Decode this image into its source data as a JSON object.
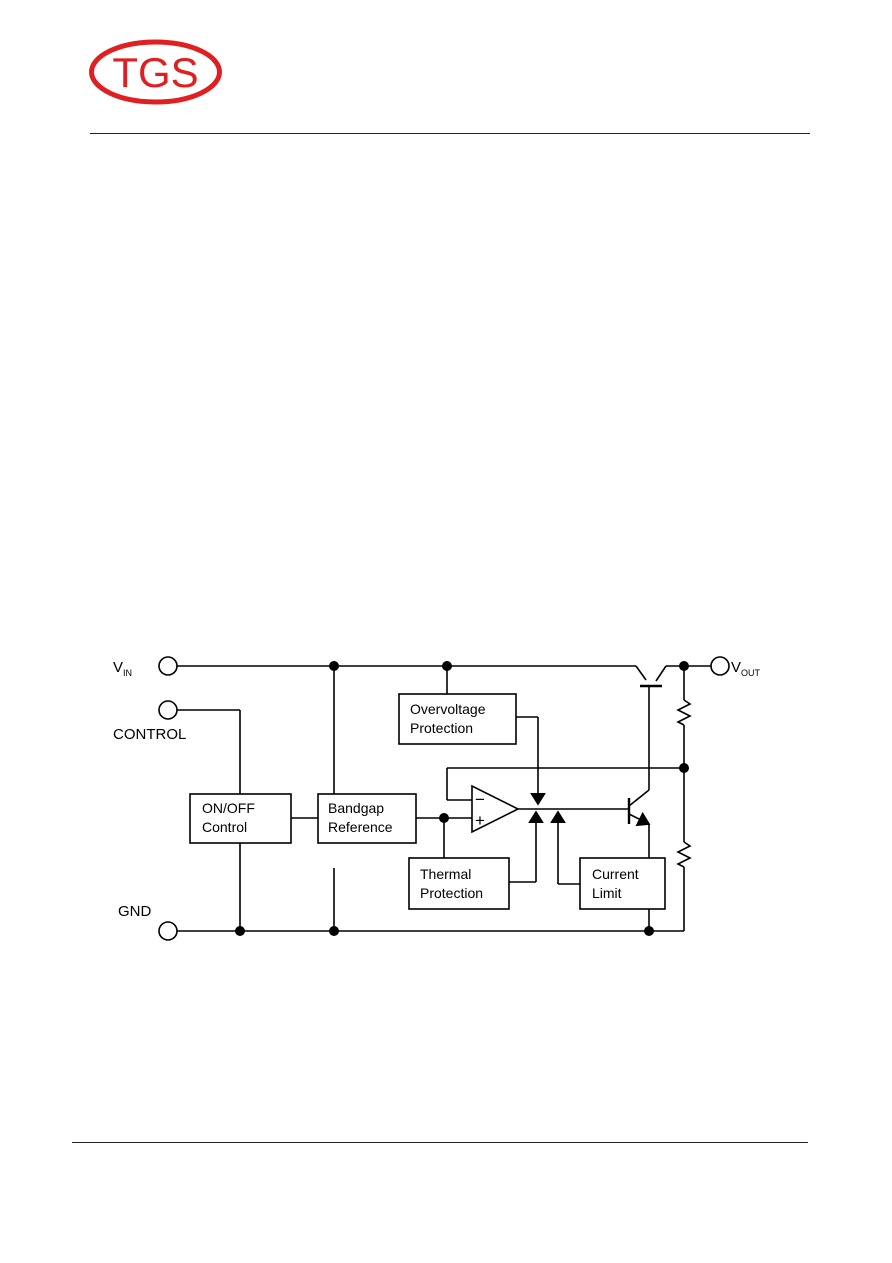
{
  "logo": {
    "text": "TGS",
    "color": "#e02020"
  },
  "pins": {
    "vin": {
      "main": "V",
      "sub": "IN"
    },
    "vout": {
      "main": "V",
      "sub": "OUT"
    },
    "control": "CONTROL",
    "gnd": "GND"
  },
  "blocks": {
    "onoff": {
      "line1": "ON/OFF",
      "line2": "Control"
    },
    "bandgap": {
      "line1": "Bandgap",
      "line2": "Reference"
    },
    "overvoltage": {
      "line1": "Overvoltage",
      "line2": "Protection"
    },
    "thermal": {
      "line1": "Thermal",
      "line2": "Protection"
    },
    "current": {
      "line1": "Current",
      "line2": "Limit"
    }
  },
  "opamp": {
    "minus": "−",
    "plus": "+"
  }
}
